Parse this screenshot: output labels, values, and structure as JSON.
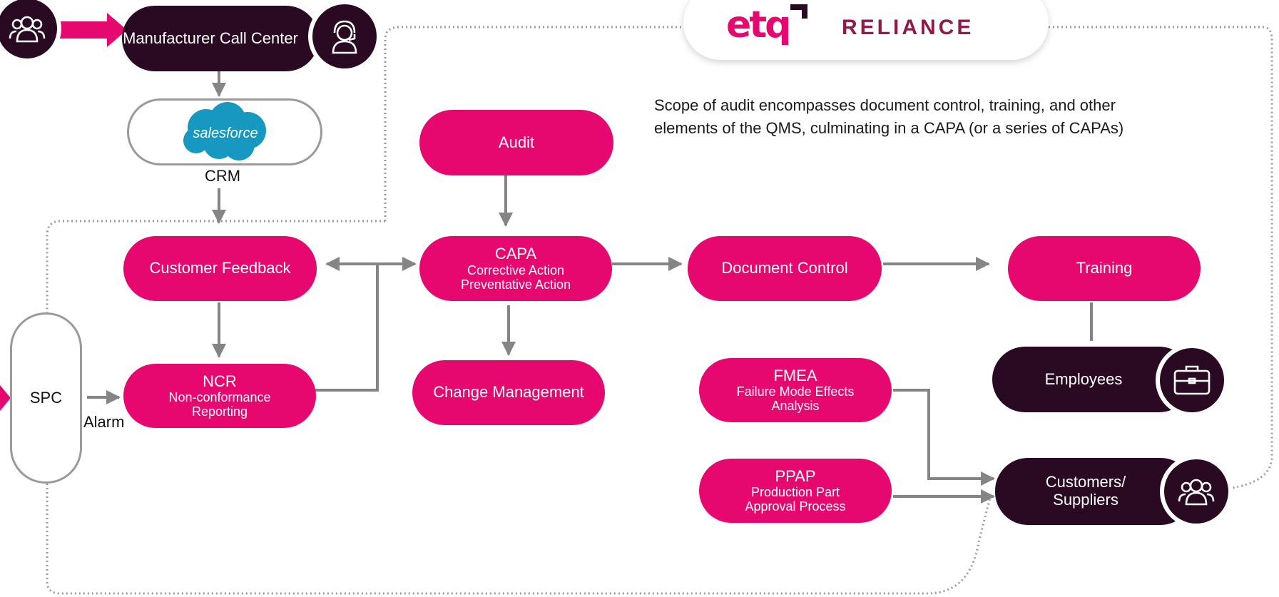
{
  "brand": {
    "logo_mark": "etq",
    "logo_word": "RELIANCE",
    "pink": "#e6086e",
    "dark": "#2a0a22",
    "salesforce_blue": "#1798c1"
  },
  "note": "Scope of audit encompasses document control, training, and other elements of the QMS, culminating in a CAPA (or a series of CAPAs)",
  "nodes": {
    "call_center": "Manufacturer Call Center",
    "salesforce": "salesforce",
    "crm": "CRM",
    "audit": "Audit",
    "capa": {
      "title": "CAPA",
      "line1": "Corrective Action",
      "line2": "Preventative Action"
    },
    "customer_feedback": "Customer Feedback",
    "document_control": "Document Control",
    "training": "Training",
    "ncr": {
      "title": "NCR",
      "line1": "Non-conformance",
      "line2": "Reporting"
    },
    "change_management": "Change Management",
    "fmea": {
      "title": "FMEA",
      "line1": "Failure Mode Effects",
      "line2": "Analysis"
    },
    "ppap": {
      "title": "PPAP",
      "line1": "Production Part",
      "line2": "Approval Process"
    },
    "employees": "Employees",
    "customers_suppliers": {
      "line1": "Customers/",
      "line2": "Suppliers"
    },
    "spc": "SPC",
    "alarm": "Alarm"
  },
  "icons": {
    "group": "group-icon",
    "headset": "headset-icon",
    "briefcase": "briefcase-icon",
    "salesforce": "salesforce-cloud-icon"
  }
}
